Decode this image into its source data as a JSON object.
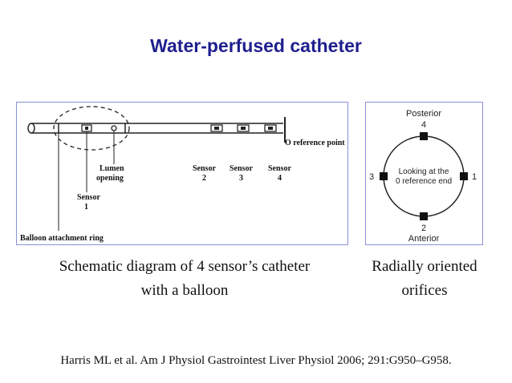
{
  "title": "Water-perfused catheter",
  "schematic": {
    "lumen_label_1": "Lumen",
    "lumen_label_2": "opening",
    "sensor1_label": "Sensor",
    "sensor1_num": "1",
    "sensors": [
      {
        "label": "Sensor",
        "num": "2"
      },
      {
        "label": "Sensor",
        "num": "3"
      },
      {
        "label": "Sensor",
        "num": "4"
      }
    ],
    "reference_label": "O reference point",
    "balloon_label": "Balloon attachment ring"
  },
  "radial": {
    "top_label": "Posterior",
    "top_num": "4",
    "bottom_num": "2",
    "bottom_label": "Anterior",
    "left_num": "3",
    "right_num": "1",
    "center_line1": "Looking at the",
    "center_line2": "0 reference end"
  },
  "captions": {
    "left_line1": "Schematic diagram of 4 sensor’s catheter",
    "left_line2": "with a balloon",
    "right_line1": "Radially oriented",
    "right_line2": "orifices"
  },
  "reference": "Harris ML et al. Am J Physiol Gastrointest Liver Physiol 2006; 291:G950–G958."
}
